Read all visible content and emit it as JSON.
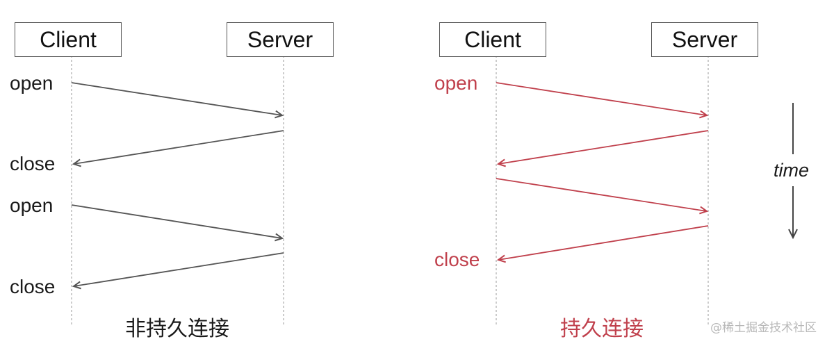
{
  "left": {
    "client": "Client",
    "server": "Server",
    "labels": [
      "open",
      "close",
      "open",
      "close"
    ],
    "caption": "非持久连接"
  },
  "right": {
    "client": "Client",
    "server": "Server",
    "labels": [
      "open",
      "close"
    ],
    "caption": "持久连接"
  },
  "time_label": "time",
  "watermark": "@稀土掘金技术社区",
  "colors": {
    "dark": "#555555",
    "red": "#c0404c"
  }
}
